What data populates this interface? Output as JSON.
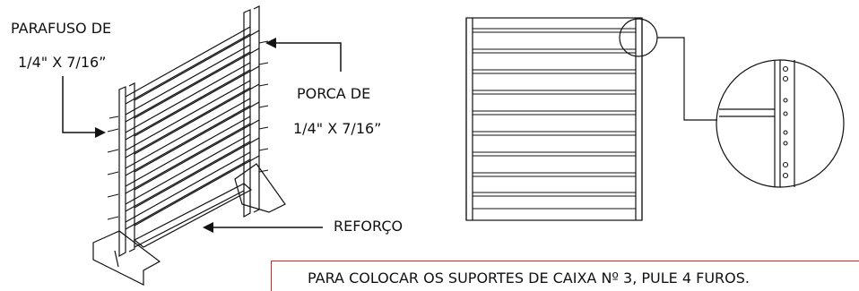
{
  "labels": {
    "screw_line1": "PARAFUSO DE",
    "screw_line2": "1/4\" X 7/16”",
    "nut_line1": "PORCA DE",
    "nut_line2": "1/4\" X 7/16”",
    "reinforcement": "REFORÇO"
  },
  "note": {
    "text": "PARA COLOCAR OS SUPORTES DE CAIXA Nº 3, PULE 4 FUROS.",
    "border_color": "#e02020"
  },
  "colors": {
    "line": "#111111",
    "background": "#ffffff"
  }
}
